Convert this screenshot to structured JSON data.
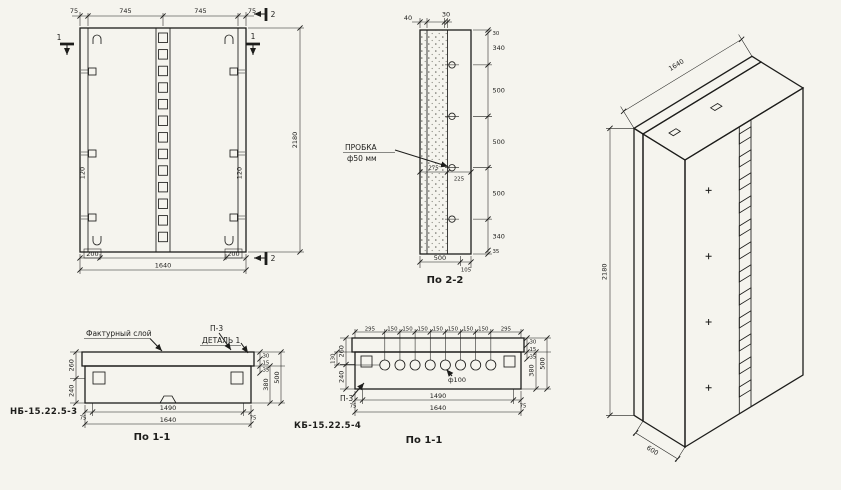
{
  "sheet": {
    "background": "#f5f4ee",
    "ink": "#1d1d1b"
  },
  "front_view": {
    "dim_top_1": "75",
    "dim_top_2": "745",
    "dim_top_3": "745",
    "dim_top_4": "75",
    "dim_height": "2180",
    "dim_bottom_left": "200",
    "dim_bottom_total": "1640",
    "dim_bottom_right": "200",
    "dim_hook_left": "120",
    "dim_hook_right": "120",
    "mark_section1_left": "1",
    "mark_section1_right": "1",
    "mark_section2_top": "2",
    "mark_section2_bottom": "2"
  },
  "section_2_2": {
    "title": "По 2-2",
    "plug_label_1": "ПРОБКА",
    "plug_label_2": "ф50 мм",
    "dim_top_40": "40",
    "dim_top_30": "30",
    "dim_right_30": "30",
    "dim_right_340a": "340",
    "dim_right_500a": "500",
    "dim_right_500b": "500",
    "dim_right_500c": "500",
    "dim_right_340b": "340",
    "dim_right_35": "35",
    "dim_mid_275": "275",
    "dim_mid_225": "225",
    "dim_bottom_500": "500",
    "dim_bottom_105": "105"
  },
  "iso_view": {
    "dim_width": "1640",
    "dim_height": "2180",
    "dim_depth": "600"
  },
  "section_1_1_left": {
    "title": "По 1-1",
    "code": "НБ-15.22.5-3",
    "label_facing": "Фактурный слой",
    "label_p3": "П-3",
    "label_detail": "ДЕТАЛЬ 1",
    "dim_left_260": "260",
    "dim_left_240": "240",
    "dim_right_30": "30",
    "dim_right_15": "15",
    "dim_right_35": "35",
    "dim_right_380": "380",
    "dim_right_500": "500",
    "dim_bottom_75l": "75",
    "dim_bottom_1490": "1490",
    "dim_bottom_75r": "75",
    "dim_bottom_total": "1640"
  },
  "section_1_1_right": {
    "title": "По 1-1",
    "code": "КБ-15.22.5-4",
    "label_p3": "П-3",
    "label_hole": "ф100",
    "dim_top_295l": "295",
    "dim_top_150": "150",
    "dim_top_295r": "295",
    "dim_left_260": "260",
    "dim_left_240": "240",
    "dim_left_130": "130",
    "dim_right_30": "30",
    "dim_right_15": "15",
    "dim_right_35": "35",
    "dim_right_380": "380",
    "dim_right_500": "500",
    "dim_bottom_75l": "75",
    "dim_bottom_1490": "1490",
    "dim_bottom_75r": "75",
    "dim_bottom_total": "1640"
  }
}
